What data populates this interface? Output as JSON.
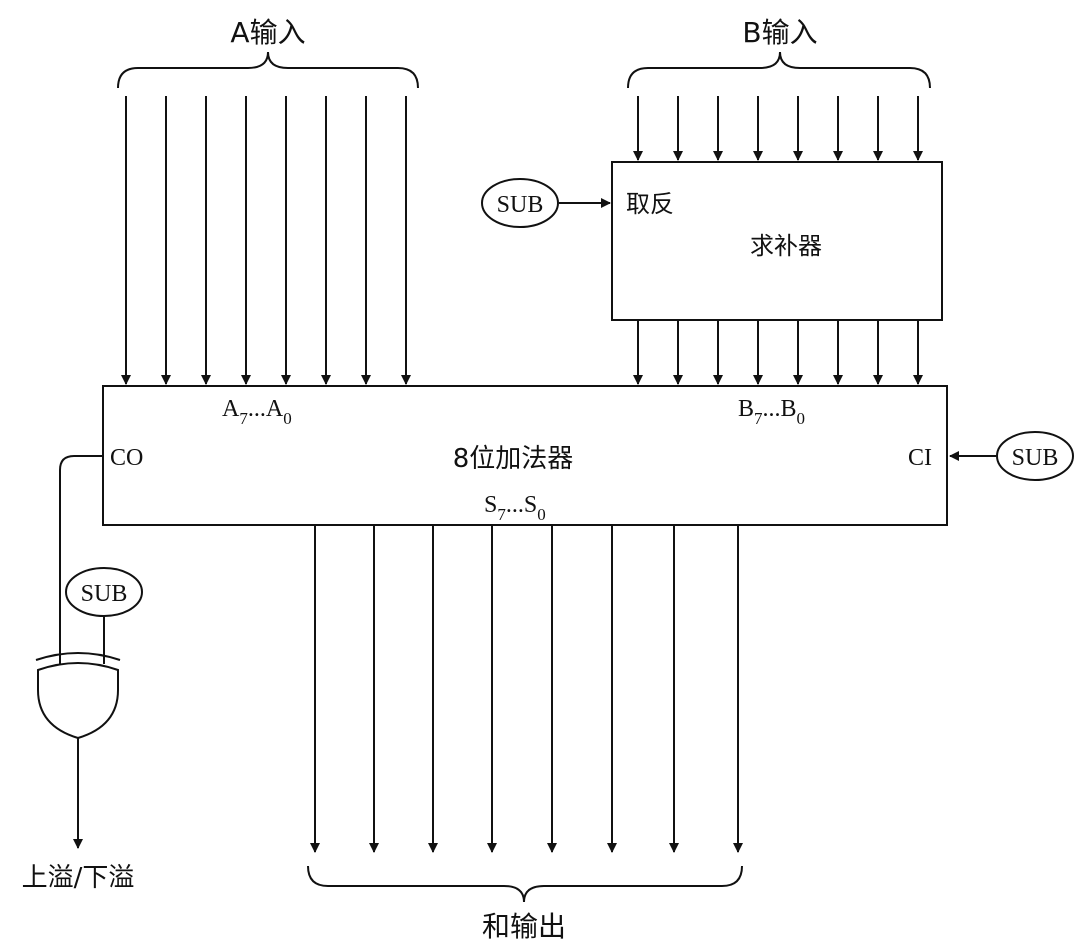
{
  "labels": {
    "a_input": "A输入",
    "b_input": "B输入",
    "invert": "取反",
    "complementer": "求补器",
    "adder": "8位加法器",
    "a_bus_main": "A",
    "a_bus_sub_high": "7",
    "a_bus_dots": "...",
    "a_bus_main2": "A",
    "a_bus_sub_low": "0",
    "b_bus_main": "B",
    "b_bus_sub_high": "7",
    "b_bus_dots": "...",
    "b_bus_main2": "B",
    "b_bus_sub_low": "0",
    "s_bus_main": "S",
    "s_bus_sub_high": "7",
    "s_bus_dots": "...",
    "s_bus_main2": "S",
    "s_bus_sub_low": "0",
    "carry_out": "CO",
    "carry_in": "CI",
    "sub_complementer": "SUB",
    "sub_carry_in": "SUB",
    "sub_xor": "SUB",
    "overflow": "上溢/下溢",
    "sum_output": "和输出"
  },
  "colors": {
    "stroke": "#111111",
    "background": "#ffffff"
  }
}
